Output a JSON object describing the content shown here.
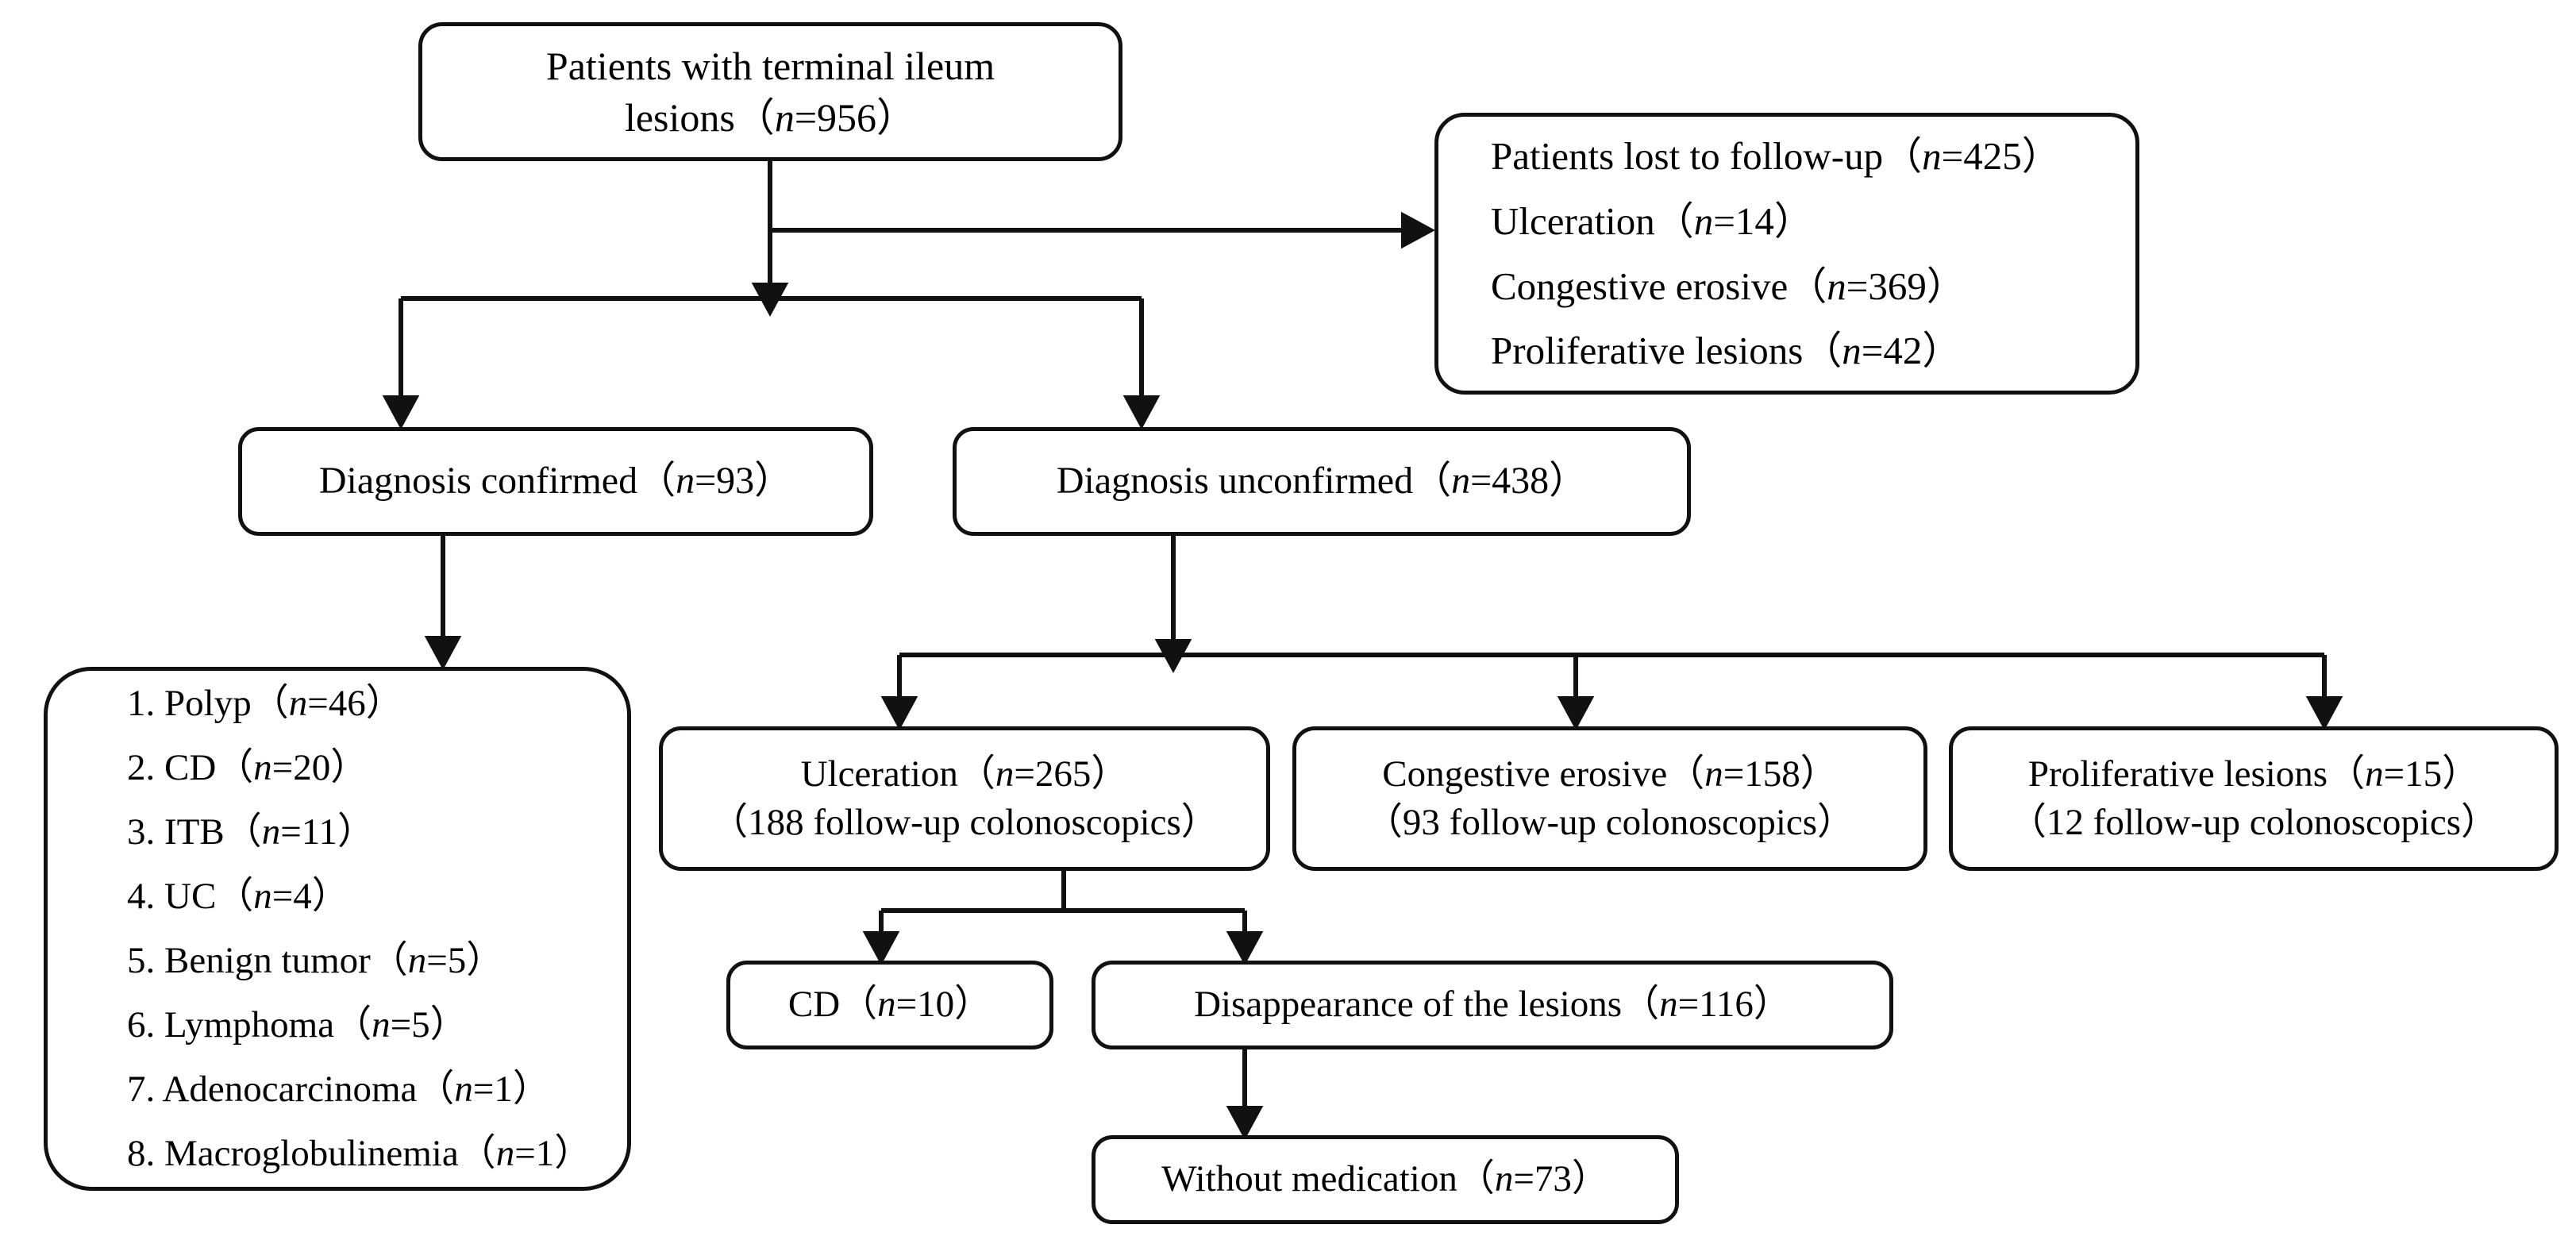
{
  "diagram": {
    "type": "flowchart",
    "title": "Patient enrollment and follow-up flow for terminal ileum lesions",
    "stroke_color": "#111111",
    "background_color": "#ffffff"
  },
  "nodes": {
    "root": {
      "line1": "Patients with terminal ileum",
      "line2": "lesions（n=956）"
    },
    "excluded": {
      "line1": "Patients lost to follow-up（n=425）",
      "line2": "Ulceration（n=14）",
      "line3": "Congestive erosive（n=369）",
      "line4": "Proliferative lesions（n=42）"
    },
    "confirmed": {
      "line1": "Diagnosis confirmed（n=93）"
    },
    "unconfirmed": {
      "line1": "Diagnosis unconfirmed（n=438）"
    },
    "diagnosis_list": {
      "items": [
        "1. Polyp（n=46）",
        "2. CD（n=20）",
        "3. ITB（n=11）",
        "4. UC（n=4）",
        "5. Benign tumor（n=5）",
        "6. Lymphoma（n=5）",
        "7. Adenocarcinoma（n=1）",
        "8. Macroglobulinemia（n=1）"
      ]
    },
    "ulceration": {
      "line1": "Ulceration（n=265）",
      "line2": "（188 follow-up colonoscopics）"
    },
    "congestive": {
      "line1": "Congestive erosive（n=158）",
      "line2": "（93 follow-up colonoscopics）"
    },
    "proliferative": {
      "line1": "Proliferative lesions（n=15）",
      "line2": "（12 follow-up colonoscopics）"
    },
    "cd10": {
      "line1": "CD（n=10）"
    },
    "disappearance": {
      "line1": "Disappearance of the lesions（n=116）"
    },
    "without_medication": {
      "line1": "Without medication（n=73）"
    }
  },
  "edges": [
    {
      "name": "root-to-excluded",
      "from": "root",
      "to": "excluded",
      "style": "orthogonal-right-arrow"
    },
    {
      "name": "root-to-split",
      "from": "root",
      "to": "split-bar-1",
      "style": "vertical-arrow"
    },
    {
      "name": "split-to-confirmed",
      "from": "split-bar-1",
      "to": "confirmed",
      "style": "orthogonal-down-arrow"
    },
    {
      "name": "split-to-unconfirmed",
      "from": "split-bar-1",
      "to": "unconfirmed",
      "style": "orthogonal-down-arrow"
    },
    {
      "name": "confirmed-to-diagnosis-list",
      "from": "confirmed",
      "to": "diagnosis_list",
      "style": "vertical-arrow"
    },
    {
      "name": "unconfirmed-to-split",
      "from": "unconfirmed",
      "to": "split-bar-2",
      "style": "vertical-arrow"
    },
    {
      "name": "split-to-ulceration",
      "from": "split-bar-2",
      "to": "ulceration",
      "style": "orthogonal-down-arrow"
    },
    {
      "name": "split-to-congestive",
      "from": "split-bar-2",
      "to": "congestive",
      "style": "orthogonal-down-arrow"
    },
    {
      "name": "split-to-proliferative",
      "from": "split-bar-2",
      "to": "proliferative",
      "style": "orthogonal-down-arrow"
    },
    {
      "name": "ulceration-to-cd10",
      "from": "ulceration",
      "to": "cd10",
      "style": "orthogonal-down-arrow"
    },
    {
      "name": "ulceration-to-disappearance",
      "from": "ulceration",
      "to": "disappearance",
      "style": "orthogonal-down-arrow"
    },
    {
      "name": "disappearance-to-without-medication",
      "from": "disappearance",
      "to": "without_medication",
      "style": "vertical-arrow"
    }
  ]
}
